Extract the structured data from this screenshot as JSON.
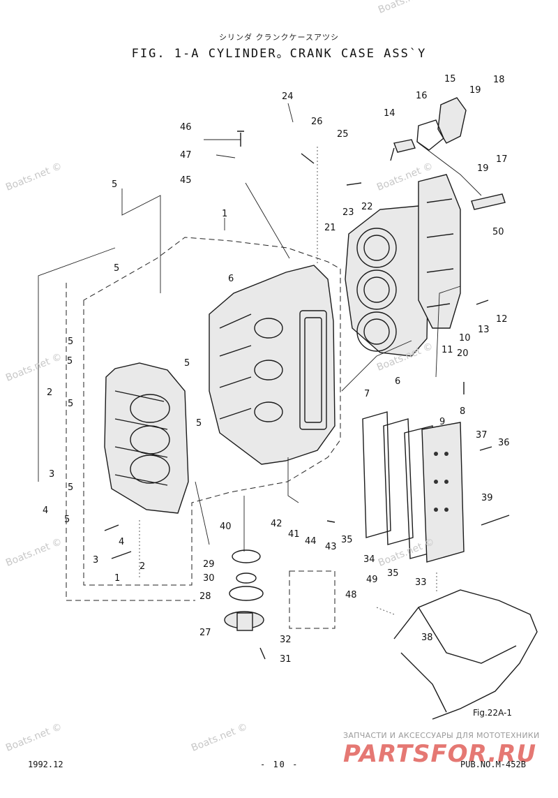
{
  "header": {
    "jp_subtitle": "シリンダ クランクケースアツシ",
    "title": "FIG.  1-A CYLINDER。CRANK CASE ASS`Y"
  },
  "footer": {
    "date": "1992.12",
    "page": "- 10 -",
    "pub": "PUB.NO.M-452B"
  },
  "watermark": {
    "text": "Boats.net ©"
  },
  "brand": {
    "tagline": "ЗАПЧАСТИ И АКСЕССУАРЫ ДЛЯ МОТОТЕХНИКИ",
    "logo": "PARTSFOR.RU"
  },
  "fig_ref": "Fig.22A-1",
  "callouts": [
    "1",
    "2",
    "3",
    "4",
    "5",
    "6",
    "7",
    "8",
    "9",
    "10",
    "11",
    "12",
    "13",
    "14",
    "15",
    "16",
    "17",
    "18",
    "19",
    "20",
    "21",
    "22",
    "23",
    "24",
    "25",
    "26",
    "27",
    "28",
    "29",
    "30",
    "31",
    "32",
    "33",
    "34",
    "35",
    "36",
    "37",
    "38",
    "39",
    "40",
    "41",
    "42",
    "43",
    "44",
    "45",
    "46",
    "47",
    "48",
    "49",
    "50"
  ]
}
